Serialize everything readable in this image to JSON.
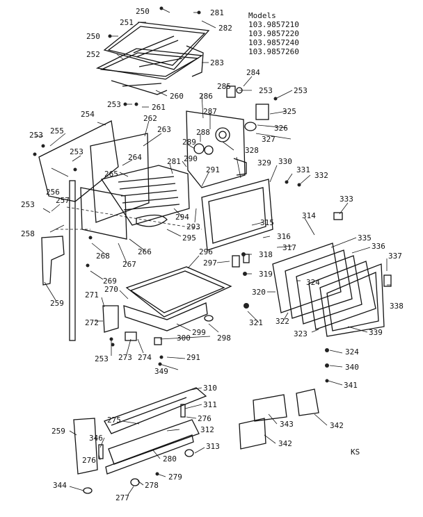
{
  "header": {
    "title": "Models",
    "models": [
      "103.9857210",
      "103.9857220",
      "103.9857240",
      "103.9857260"
    ]
  },
  "footer_code": "KS",
  "part_labels": [
    "250",
    "281",
    "282",
    "251",
    "250",
    "252",
    "283",
    "260",
    "253",
    "261",
    "284",
    "285",
    "253",
    "253",
    "325",
    "286",
    "326",
    "327",
    "328",
    "287",
    "288",
    "289",
    "290",
    "291",
    "281",
    "262",
    "263",
    "254",
    "255",
    "253",
    "264",
    "265",
    "253",
    "256",
    "257",
    "253",
    "258",
    "329",
    "330",
    "331",
    "332",
    "333",
    "314",
    "315",
    "316",
    "317",
    "318",
    "335",
    "336",
    "337",
    "319",
    "324",
    "320",
    "322",
    "338",
    "339",
    "323",
    "321",
    "298",
    "300",
    "299",
    "296",
    "297",
    "294",
    "293",
    "295",
    "266",
    "267",
    "268",
    "269",
    "270",
    "271",
    "272",
    "259",
    "273",
    "274",
    "253",
    "291",
    "349",
    "324",
    "340",
    "341",
    "310",
    "311",
    "312",
    "313",
    "276",
    "275",
    "259",
    "346",
    "280",
    "276",
    "279",
    "278",
    "277",
    "344",
    "343",
    "342",
    "342"
  ]
}
